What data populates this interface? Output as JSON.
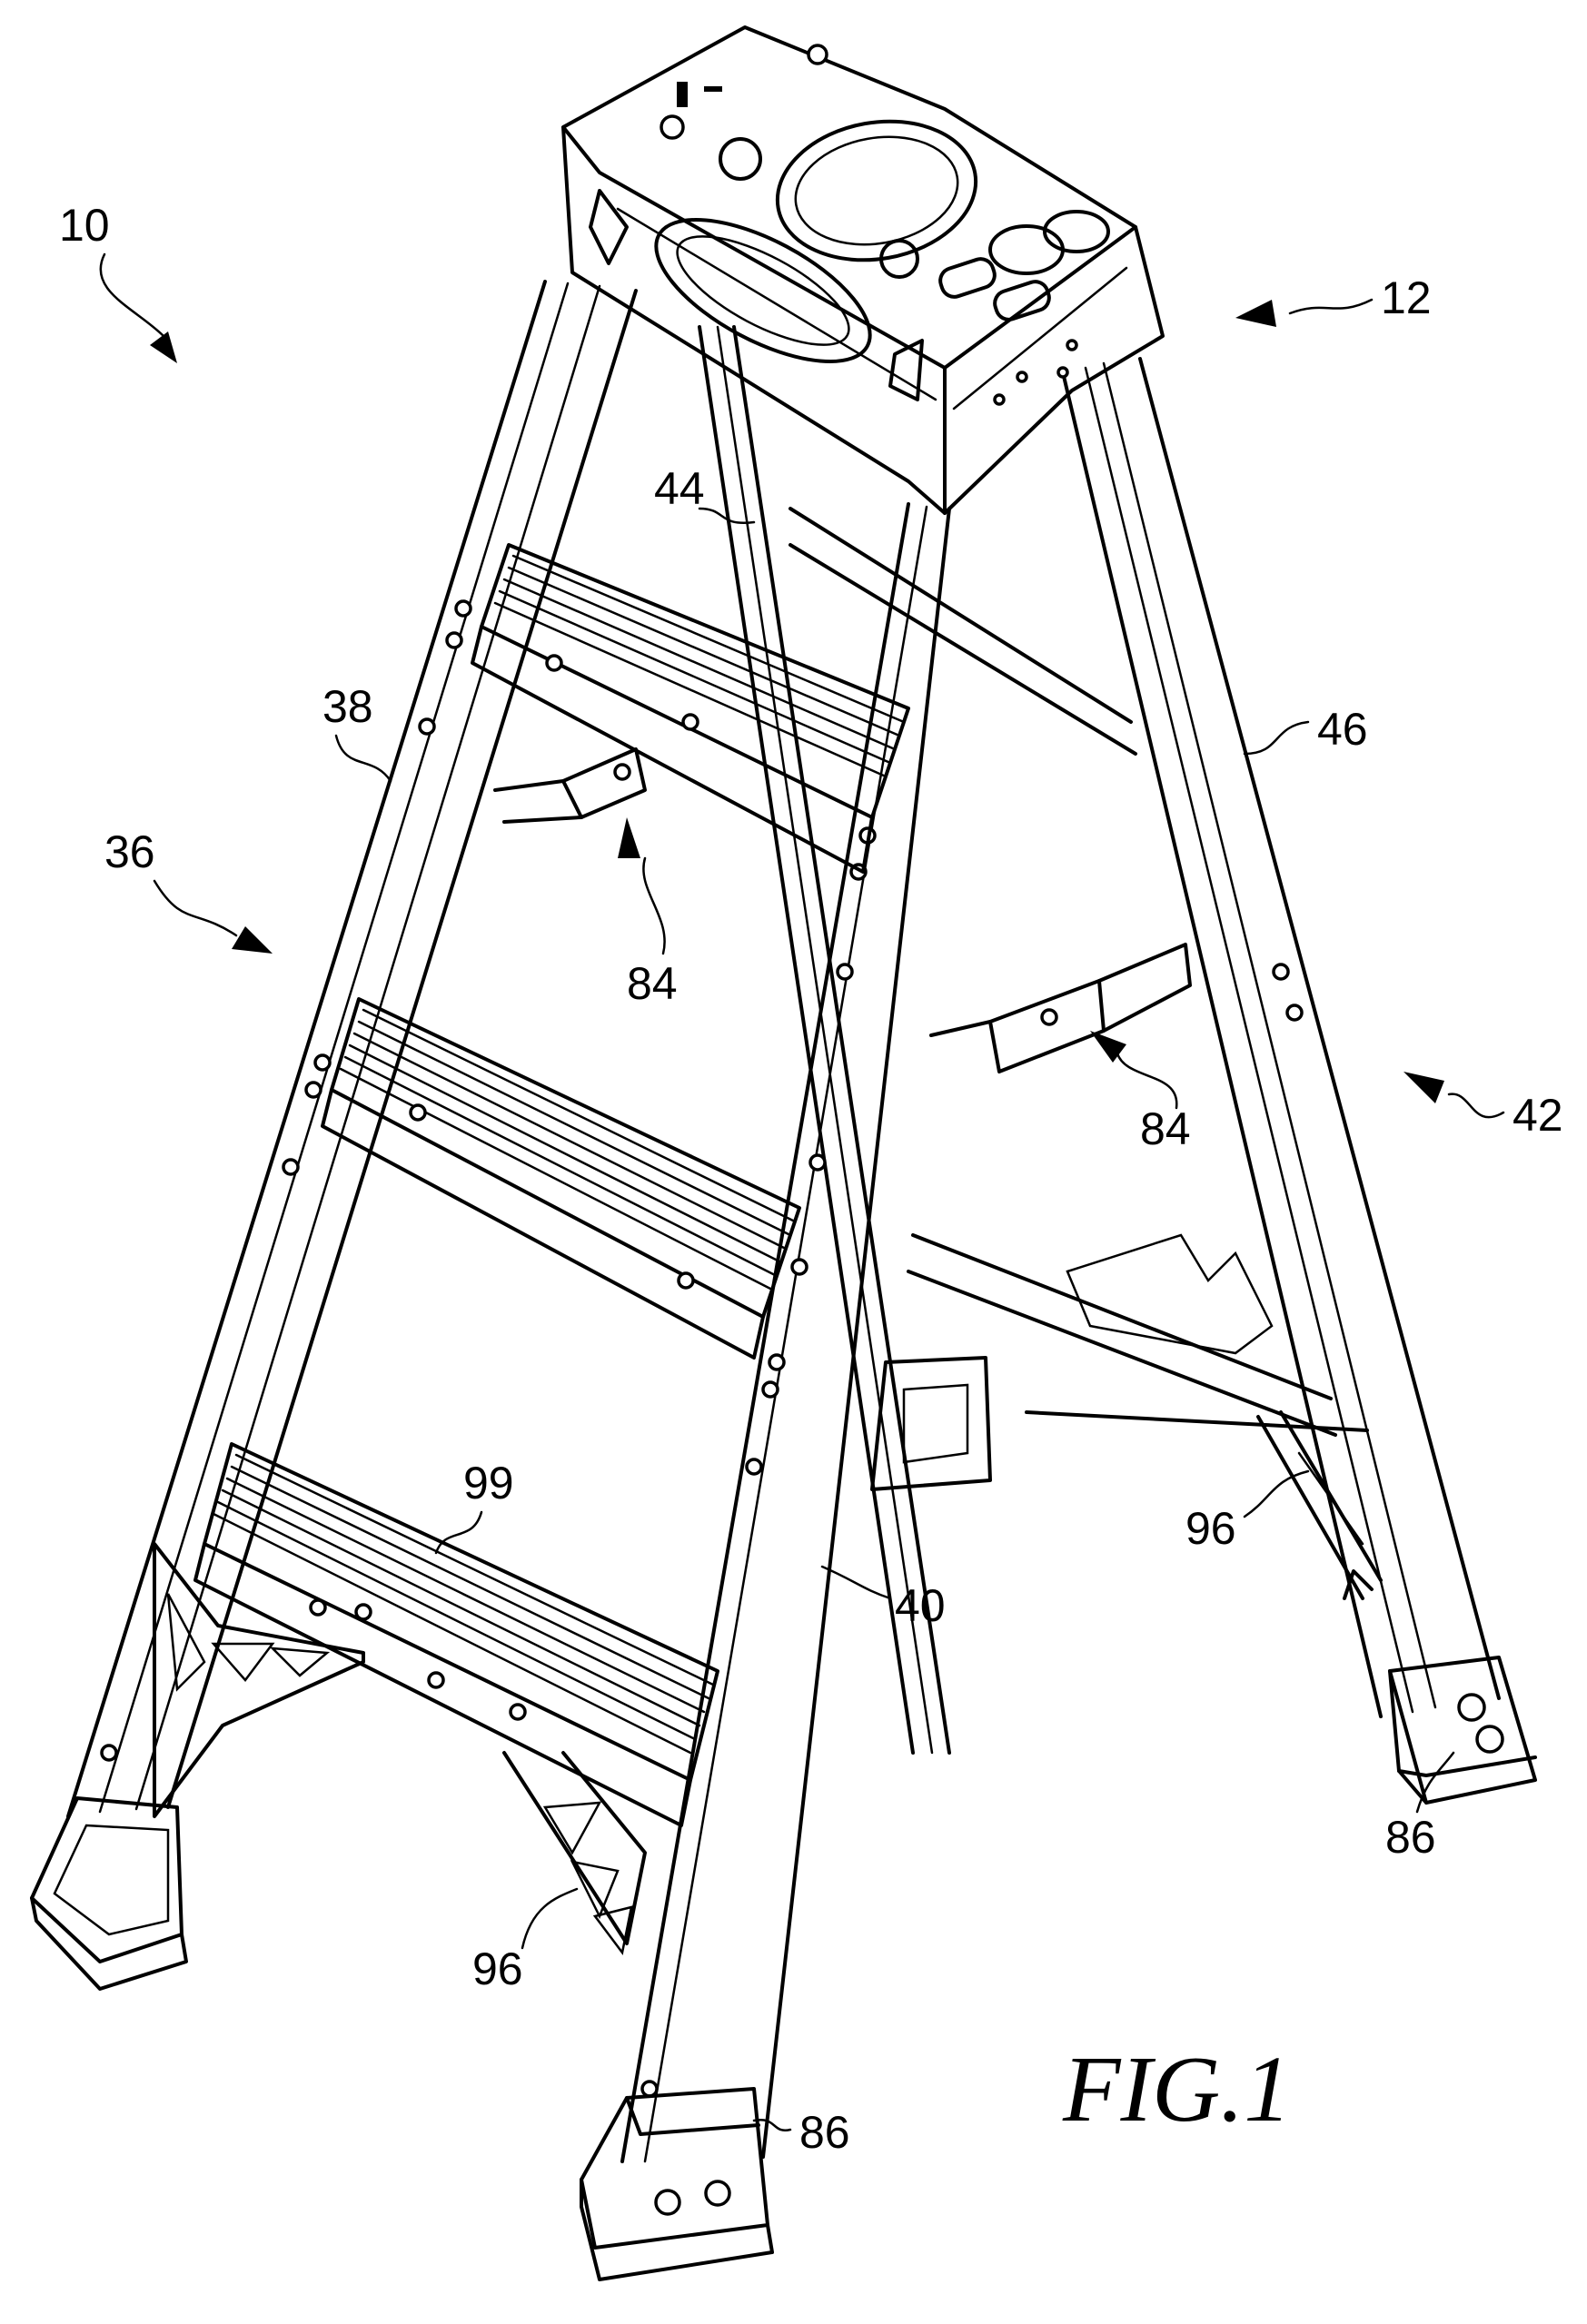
{
  "figure": {
    "caption": "FIG.1",
    "reference_numerals": {
      "ladder": "10",
      "top_cap": "12",
      "front_section": "36",
      "front_left_rail": "38",
      "front_right_rail": "40",
      "rear_section": "42",
      "rear_left_rail": "44",
      "rear_right_rail": "46",
      "spreader_left": "84",
      "spreader_right": "84",
      "foot_front": "86",
      "foot_rear": "86",
      "brace_front": "96",
      "brace_rear": "96",
      "step_tread": "99"
    }
  }
}
